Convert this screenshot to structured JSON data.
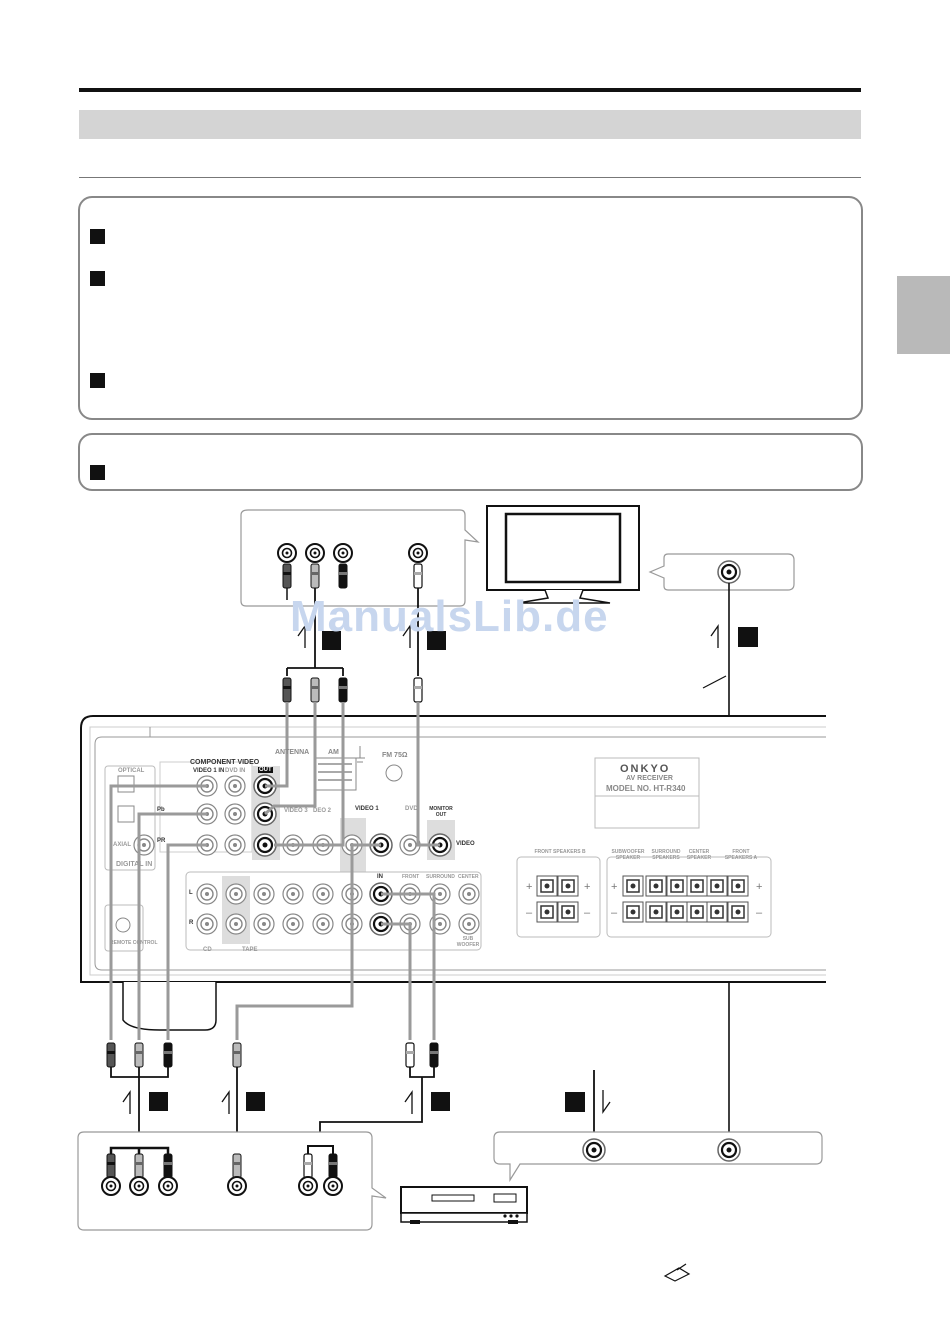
{
  "watermark": "ManualsLib.de",
  "receiver": {
    "brand": "ONKYO",
    "subtitle": "AV RECEIVER",
    "model": "MODEL NO. HT-R340"
  },
  "panel_labels": {
    "component_video": "COMPONENT VIDEO",
    "video1_in": "VIDEO 1 IN",
    "dvd_in": "DVD IN",
    "antenna": "ANTENNA",
    "am": "AM",
    "fm": "FM 75Ω",
    "optical": "OPTICAL",
    "coaxial": "AXIAL",
    "digital_in": "DIGITAL IN",
    "remote_control": "REMOTE CONTROL",
    "out": "OUT",
    "video3": "VIDEO 3",
    "video2": "DEO 2",
    "video1": "VIDEO 1",
    "dvd": "DVD",
    "monitor_out": "MONITOR OUT",
    "video": "VIDEO",
    "in": "IN",
    "front": "FRONT",
    "surround": "SURROUND",
    "center": "CENTER",
    "sub_woofer": "SUB WOOFER",
    "cd": "CD",
    "tape": "TAPE",
    "pb": "Pb",
    "pr": "PR",
    "l": "L",
    "r": "R",
    "front_speakers_b": "FRONT SPEAKERS B",
    "subwoofer_speaker": "SUBWOOFER SPEAKER",
    "surround_speakers": "SURROUND SPEAKERS",
    "center_speaker": "CENTER SPEAKER",
    "front_speakers_a": "FRONT SPEAKERS A"
  },
  "colors": {
    "cable": "#9a9a9a",
    "line": "#111111",
    "band": "#d4d4d4",
    "tab": "#b9b9b9",
    "watermark": "#c7d6ee"
  }
}
